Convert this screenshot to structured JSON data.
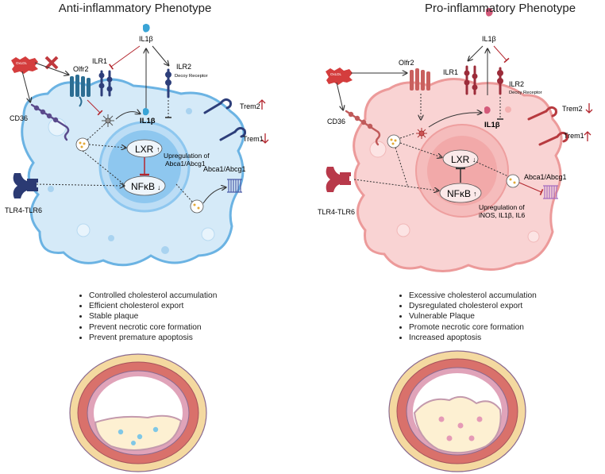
{
  "left": {
    "title": "Anti-inflammatory Phenotype",
    "labels": {
      "il1b_top": "IL1β",
      "ilr1": "ILR1",
      "ilr2": "ILR2",
      "decoy": "Decoy Receptor",
      "oxldl": "OxLDL",
      "olfr2": "Olfr2",
      "cd36": "CD36",
      "il1b_cell": "IL1β",
      "trem2": "Trem2",
      "trem1": "Trem1",
      "lxr": "LXR",
      "nfkb": "NFκB",
      "upreg_1": "Upregulation of",
      "upreg_2": "Abca1/Abcg1",
      "abca1": "Abca1/Abcg1",
      "tlr": "TLR4-TLR6"
    },
    "bullets": [
      "Controlled cholesterol accumulation",
      "Efficient cholesterol export",
      "Stable plaque",
      "Prevent necrotic core formation",
      "Prevent premature apoptosis"
    ]
  },
  "right": {
    "title": "Pro-inflammatory Phenotype",
    "labels": {
      "il1b_top": "IL1β",
      "ilr1": "ILR1",
      "ilr2": "ILR2",
      "decoy": "Decoy Receptor",
      "oxldl": "OxLDL",
      "olfr2": "Olfr2",
      "cd36": "CD36",
      "il1b_cell": "IL1β",
      "trem2": "Trem2",
      "trem1": "Trem1",
      "lxr": "LXR",
      "nfkb": "NFκB",
      "upreg_1": "Upregulation of",
      "upreg_2": "iNOS, IL1β, IL6",
      "abca1": "Abca1/Abcg1",
      "tlr": "TLR4-TLR6"
    },
    "bullets": [
      "Excessive cholesterol accumulation",
      "Dysregulated cholesterol export",
      "Vulnerable Plaque",
      "Promote necrotic core formation",
      "Increased apoptosis"
    ]
  },
  "colors": {
    "anti_cell_fill": "#d5eaf8",
    "anti_cell_stroke": "#6bb3e3",
    "anti_nucleus": "#8ec7ef",
    "pro_cell_fill": "#f9d3d3",
    "pro_cell_stroke": "#ec9a9a",
    "pro_nucleus": "#f2a9a9",
    "receptor_blue": "#2d3e7a",
    "receptor_red": "#b73a3f",
    "arrow_red": "#b3262e",
    "artery_outer": "#f4d9a0",
    "artery_media": "#d9716b",
    "plaque": "#fdf0d2"
  }
}
